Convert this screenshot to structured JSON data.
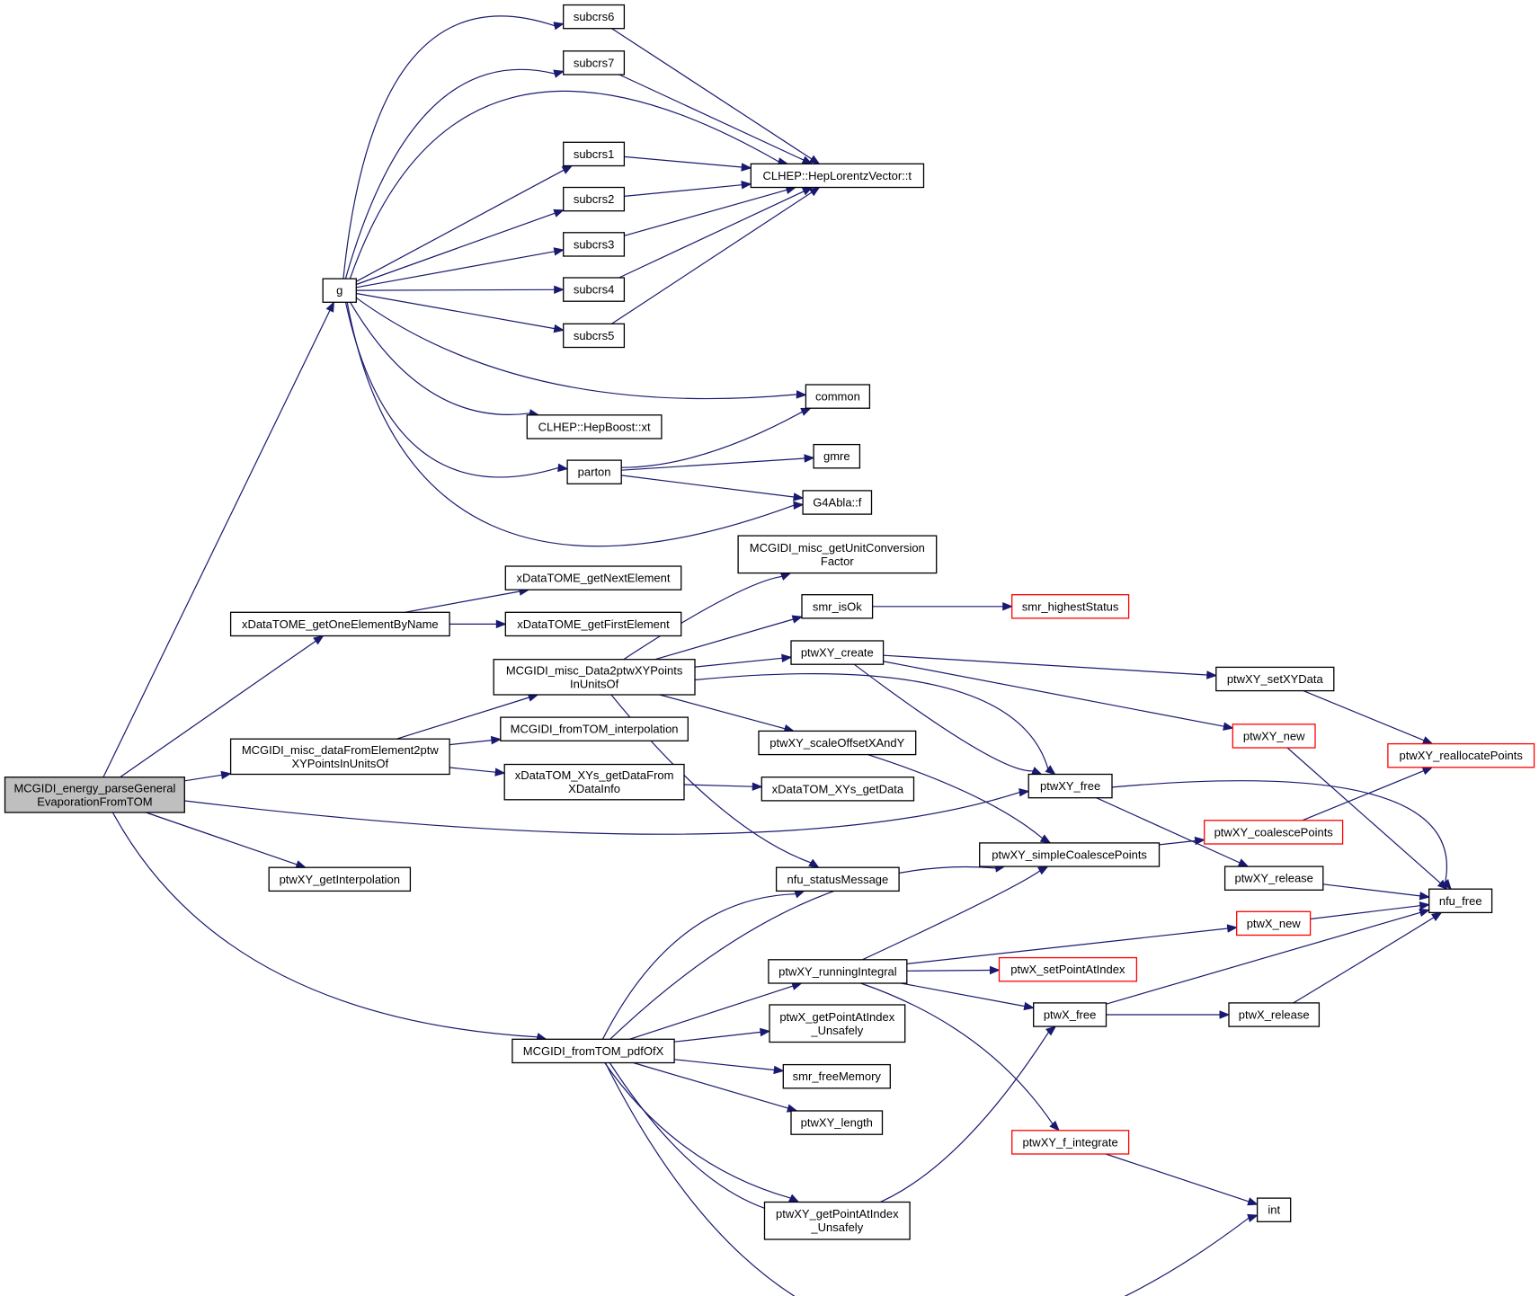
{
  "diagram": {
    "type": "call-graph",
    "colors": {
      "edge": "#191970",
      "root_fill": "#bfbfbf",
      "node_border": "#000000",
      "truncated_border": "#ff0000"
    },
    "nodes": [
      {
        "id": "root",
        "lines": [
          "MCGIDI_energy_parseGeneral",
          "EvaporationFromTOM"
        ],
        "root": true
      },
      {
        "id": "g",
        "lines": [
          "g"
        ]
      },
      {
        "id": "subcrs6",
        "lines": [
          "subcrs6"
        ]
      },
      {
        "id": "subcrs7",
        "lines": [
          "subcrs7"
        ]
      },
      {
        "id": "subcrs1",
        "lines": [
          "subcrs1"
        ]
      },
      {
        "id": "subcrs2",
        "lines": [
          "subcrs2"
        ]
      },
      {
        "id": "subcrs3",
        "lines": [
          "subcrs3"
        ]
      },
      {
        "id": "subcrs4",
        "lines": [
          "subcrs4"
        ]
      },
      {
        "id": "subcrs5",
        "lines": [
          "subcrs5"
        ]
      },
      {
        "id": "hlv_t",
        "lines": [
          "CLHEP::HepLorentzVector::t"
        ]
      },
      {
        "id": "common",
        "lines": [
          "common"
        ]
      },
      {
        "id": "hepboost",
        "lines": [
          "CLHEP::HepBoost::xt"
        ]
      },
      {
        "id": "parton",
        "lines": [
          "parton"
        ]
      },
      {
        "id": "gmre",
        "lines": [
          "gmre"
        ]
      },
      {
        "id": "g4abla",
        "lines": [
          "G4Abla::f"
        ]
      },
      {
        "id": "getOneElementByName",
        "lines": [
          "xDataTOME_getOneElementByName"
        ]
      },
      {
        "id": "getNextElement",
        "lines": [
          "xDataTOME_getNextElement"
        ]
      },
      {
        "id": "getFirstElement",
        "lines": [
          "xDataTOME_getFirstElement"
        ]
      },
      {
        "id": "dataFromElement",
        "lines": [
          "MCGIDI_misc_dataFromElement2ptw",
          "XYPointsInUnitsOf"
        ]
      },
      {
        "id": "data2ptw",
        "lines": [
          "MCGIDI_misc_Data2ptwXYPoints",
          "InUnitsOf"
        ]
      },
      {
        "id": "fromTOMinterp",
        "lines": [
          "MCGIDI_fromTOM_interpolation"
        ]
      },
      {
        "id": "getDataFromXDataInfo",
        "lines": [
          "xDataTOM_XYs_getDataFrom",
          "XDataInfo"
        ]
      },
      {
        "id": "getUnitConv",
        "lines": [
          "MCGIDI_misc_getUnitConversion",
          "Factor"
        ]
      },
      {
        "id": "smr_isOk",
        "lines": [
          "smr_isOk"
        ]
      },
      {
        "id": "smr_highestStatus",
        "lines": [
          "smr_highestStatus"
        ],
        "truncated": true
      },
      {
        "id": "ptwXY_create",
        "lines": [
          "ptwXY_create"
        ]
      },
      {
        "id": "ptwXY_scaleOffset",
        "lines": [
          "ptwXY_scaleOffsetXAndY"
        ]
      },
      {
        "id": "xyGetData",
        "lines": [
          "xDataTOM_XYs_getData"
        ]
      },
      {
        "id": "ptwXY_setXYData",
        "lines": [
          "ptwXY_setXYData"
        ]
      },
      {
        "id": "ptwXY_new",
        "lines": [
          "ptwXY_new"
        ],
        "truncated": true
      },
      {
        "id": "ptwXY_realloc",
        "lines": [
          "ptwXY_reallocatePoints"
        ],
        "truncated": true
      },
      {
        "id": "ptwXY_free",
        "lines": [
          "ptwXY_free"
        ]
      },
      {
        "id": "ptwXY_coalesce",
        "lines": [
          "ptwXY_coalescePoints"
        ],
        "truncated": true
      },
      {
        "id": "ptwXY_simpleCoalesce",
        "lines": [
          "ptwXY_simpleCoalescePoints"
        ]
      },
      {
        "id": "ptwXY_release",
        "lines": [
          "ptwXY_release"
        ]
      },
      {
        "id": "nfu_free",
        "lines": [
          "nfu_free"
        ]
      },
      {
        "id": "ptwXY_getInterp",
        "lines": [
          "ptwXY_getInterpolation"
        ]
      },
      {
        "id": "nfu_statusMessage",
        "lines": [
          "nfu_statusMessage"
        ]
      },
      {
        "id": "ptwX_new",
        "lines": [
          "ptwX_new"
        ],
        "truncated": true
      },
      {
        "id": "ptwXY_runningIntegral",
        "lines": [
          "ptwXY_runningIntegral"
        ]
      },
      {
        "id": "ptwX_setPoint",
        "lines": [
          "ptwX_setPointAtIndex"
        ],
        "truncated": true
      },
      {
        "id": "ptwX_free",
        "lines": [
          "ptwX_free"
        ]
      },
      {
        "id": "ptwX_release",
        "lines": [
          "ptwX_release"
        ]
      },
      {
        "id": "ptwX_getPoint",
        "lines": [
          "ptwX_getPointAtIndex",
          "_Unsafely"
        ]
      },
      {
        "id": "fromTOM_pdfOfX",
        "lines": [
          "MCGIDI_fromTOM_pdfOfX"
        ]
      },
      {
        "id": "smr_freeMemory",
        "lines": [
          "smr_freeMemory"
        ]
      },
      {
        "id": "ptwXY_length",
        "lines": [
          "ptwXY_length"
        ]
      },
      {
        "id": "ptwXY_f_integrate",
        "lines": [
          "ptwXY_f_integrate"
        ],
        "truncated": true
      },
      {
        "id": "int",
        "lines": [
          "int"
        ]
      },
      {
        "id": "ptwXY_getPoint",
        "lines": [
          "ptwXY_getPointAtIndex",
          "_Unsafely"
        ]
      }
    ],
    "edges": [
      [
        "root",
        "g"
      ],
      [
        "root",
        "getOneElementByName"
      ],
      [
        "root",
        "dataFromElement"
      ],
      [
        "root",
        "ptwXY_free"
      ],
      [
        "root",
        "ptwXY_getInterp"
      ],
      [
        "root",
        "fromTOM_pdfOfX"
      ],
      [
        "g",
        "subcrs6"
      ],
      [
        "g",
        "subcrs7"
      ],
      [
        "g",
        "hlv_t"
      ],
      [
        "g",
        "subcrs1"
      ],
      [
        "g",
        "subcrs2"
      ],
      [
        "g",
        "subcrs3"
      ],
      [
        "g",
        "subcrs4"
      ],
      [
        "g",
        "subcrs5"
      ],
      [
        "g",
        "common"
      ],
      [
        "g",
        "hepboost"
      ],
      [
        "g",
        "parton"
      ],
      [
        "g",
        "g4abla"
      ],
      [
        "subcrs6",
        "hlv_t"
      ],
      [
        "subcrs7",
        "hlv_t"
      ],
      [
        "subcrs1",
        "hlv_t"
      ],
      [
        "subcrs2",
        "hlv_t"
      ],
      [
        "subcrs3",
        "hlv_t"
      ],
      [
        "subcrs4",
        "hlv_t"
      ],
      [
        "subcrs5",
        "hlv_t"
      ],
      [
        "parton",
        "common"
      ],
      [
        "parton",
        "gmre"
      ],
      [
        "parton",
        "g4abla"
      ],
      [
        "getOneElementByName",
        "getNextElement"
      ],
      [
        "getOneElementByName",
        "getFirstElement"
      ],
      [
        "dataFromElement",
        "data2ptw"
      ],
      [
        "dataFromElement",
        "fromTOMinterp"
      ],
      [
        "dataFromElement",
        "getDataFromXDataInfo"
      ],
      [
        "data2ptw",
        "getUnitConv"
      ],
      [
        "data2ptw",
        "smr_isOk"
      ],
      [
        "data2ptw",
        "ptwXY_create"
      ],
      [
        "data2ptw",
        "ptwXY_scaleOffset"
      ],
      [
        "data2ptw",
        "ptwXY_free"
      ],
      [
        "data2ptw",
        "nfu_statusMessage"
      ],
      [
        "getDataFromXDataInfo",
        "xyGetData"
      ],
      [
        "smr_isOk",
        "smr_highestStatus"
      ],
      [
        "ptwXY_create",
        "ptwXY_setXYData"
      ],
      [
        "ptwXY_create",
        "ptwXY_new"
      ],
      [
        "ptwXY_create",
        "ptwXY_free"
      ],
      [
        "ptwXY_scaleOffset",
        "ptwXY_simpleCoalesce"
      ],
      [
        "ptwXY_setXYData",
        "ptwXY_realloc"
      ],
      [
        "ptwXY_new",
        "nfu_free"
      ],
      [
        "ptwXY_free",
        "ptwXY_release"
      ],
      [
        "ptwXY_free",
        "nfu_free"
      ],
      [
        "ptwXY_simpleCoalesce",
        "ptwXY_coalesce"
      ],
      [
        "ptwXY_coalesce",
        "ptwXY_realloc"
      ],
      [
        "ptwXY_release",
        "nfu_free"
      ],
      [
        "fromTOM_pdfOfX",
        "nfu_statusMessage"
      ],
      [
        "fromTOM_pdfOfX",
        "ptwXY_simpleCoalesce"
      ],
      [
        "fromTOM_pdfOfX",
        "ptwXY_runningIntegral"
      ],
      [
        "fromTOM_pdfOfX",
        "ptwX_getPoint"
      ],
      [
        "fromTOM_pdfOfX",
        "smr_freeMemory"
      ],
      [
        "fromTOM_pdfOfX",
        "ptwXY_length"
      ],
      [
        "fromTOM_pdfOfX",
        "ptwX_free"
      ],
      [
        "fromTOM_pdfOfX",
        "ptwXY_getPoint"
      ],
      [
        "fromTOM_pdfOfX",
        "int"
      ],
      [
        "ptwXY_runningIntegral",
        "ptwXY_simpleCoalesce"
      ],
      [
        "ptwXY_runningIntegral",
        "ptwX_new"
      ],
      [
        "ptwXY_runningIntegral",
        "ptwX_setPoint"
      ],
      [
        "ptwXY_runningIntegral",
        "ptwX_free"
      ],
      [
        "ptwXY_runningIntegral",
        "ptwXY_f_integrate"
      ],
      [
        "ptwX_new",
        "nfu_free"
      ],
      [
        "ptwX_free",
        "ptwX_release"
      ],
      [
        "ptwX_free",
        "nfu_free"
      ],
      [
        "ptwX_release",
        "nfu_free"
      ],
      [
        "ptwXY_f_integrate",
        "int"
      ]
    ]
  }
}
